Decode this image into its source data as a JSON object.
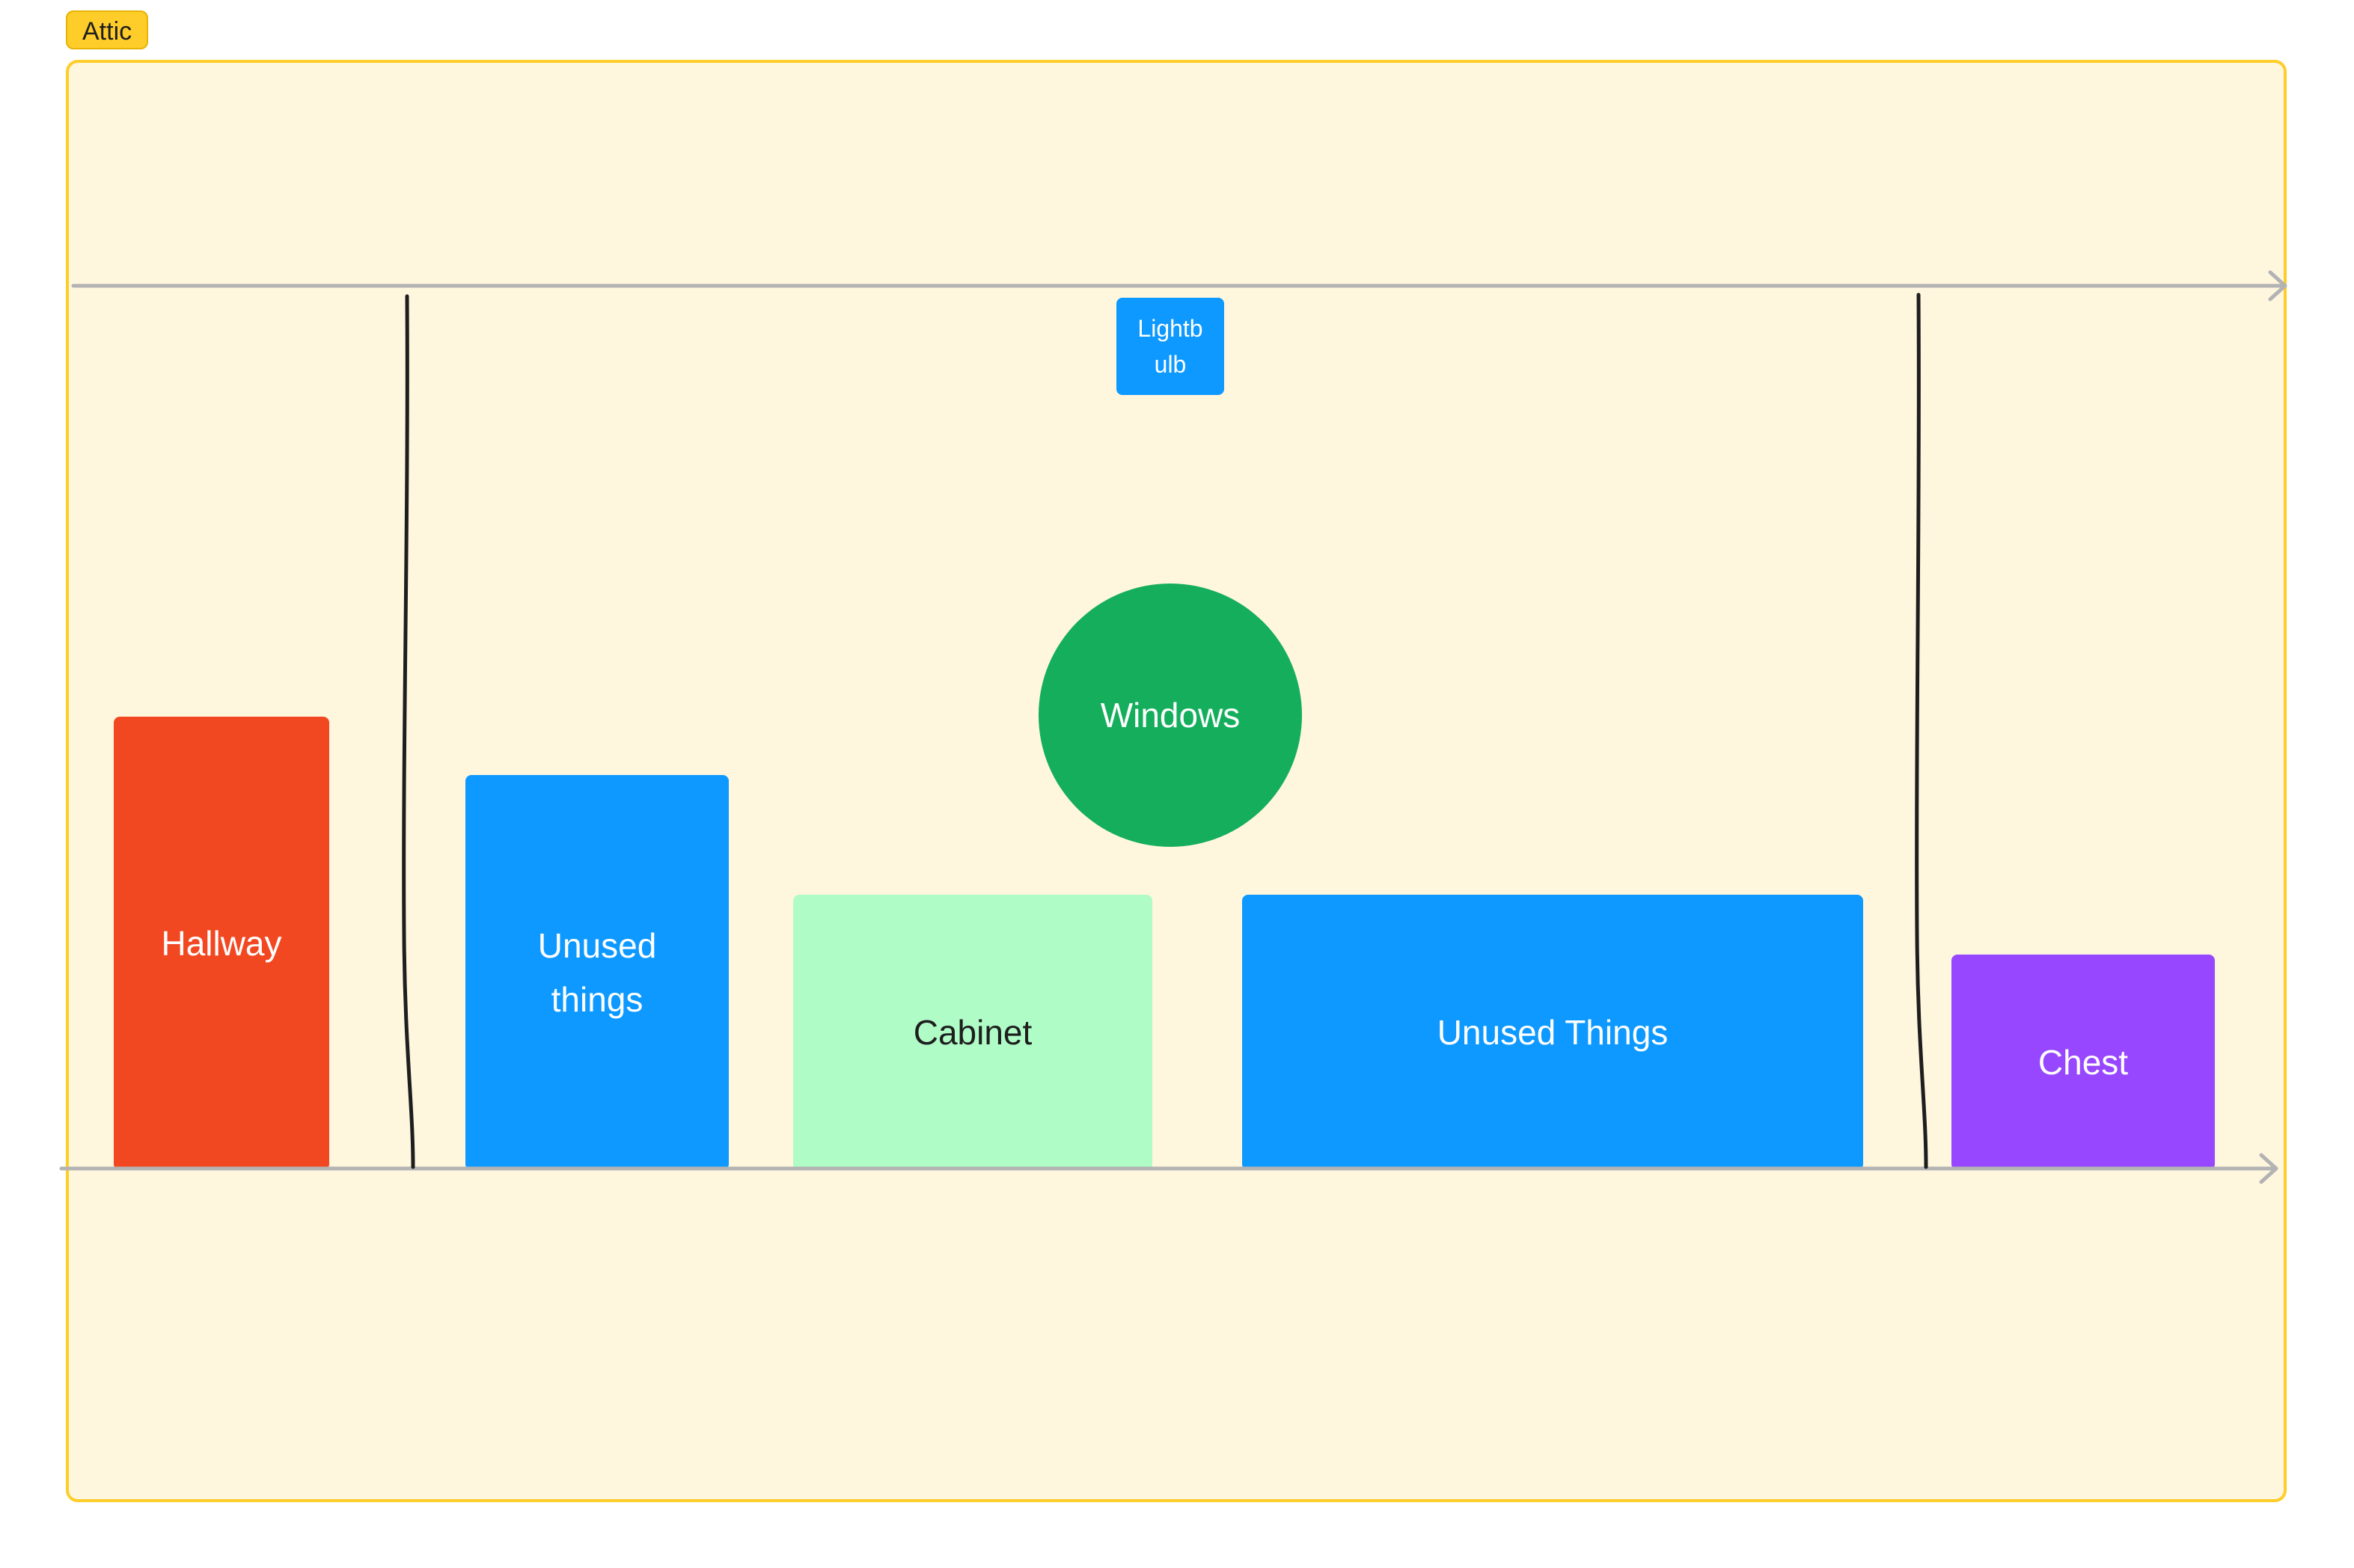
{
  "frame": {
    "title": "Attic",
    "colors": {
      "fill": "#fff6de",
      "border": "#ffcd29",
      "label_bg": "#ffcd29"
    }
  },
  "nodes": {
    "hallway": {
      "label": "Hallway",
      "color": "#f24822",
      "text_color": "#ffffff"
    },
    "unused_1": {
      "label": "Unused\nthings",
      "color": "#0d99ff",
      "text_color": "#ffffff"
    },
    "cabinet": {
      "label": "Cabinet",
      "color": "#affcc7",
      "text_color": "#1e1e1e"
    },
    "unused_2": {
      "label": "Unused Things",
      "color": "#0d99ff",
      "text_color": "#ffffff"
    },
    "chest": {
      "label": "Chest",
      "color": "#9747ff",
      "text_color": "#ffffff"
    },
    "windows": {
      "label": "Windows",
      "color": "#14ae5c",
      "text_color": "#ffffff",
      "shape": "circle"
    },
    "lightbulb": {
      "label": "Lightb\nulb",
      "color": "#0d99ff",
      "text_color": "#ffffff"
    }
  },
  "connectors": {
    "arrow_color": "#b3b3b3",
    "divider_color": "#1e1e1e",
    "arrows": [
      "ceiling-arrow",
      "floor-arrow"
    ],
    "dividers": [
      "left-divider",
      "right-divider"
    ]
  }
}
